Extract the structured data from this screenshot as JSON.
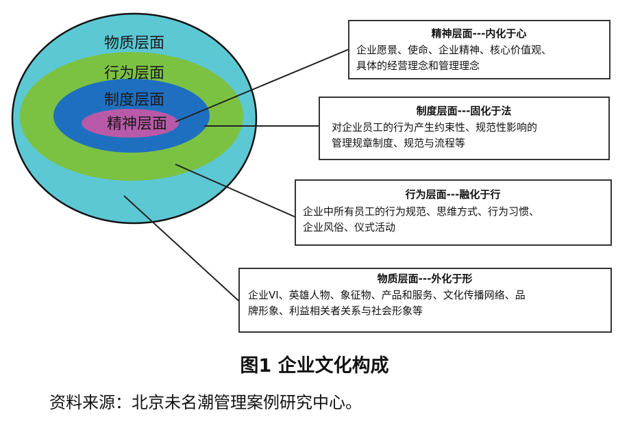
{
  "colors": {
    "material": "#5bc8d4",
    "behavior": "#7cc242",
    "system": "#1f6fc0",
    "spirit": "#b95aa8",
    "line": "#222222",
    "box_border": "#333333"
  },
  "layers": [
    {
      "id": "material",
      "label": "物质层面"
    },
    {
      "id": "behavior",
      "label": "行为层面"
    },
    {
      "id": "system",
      "label": "制度层面"
    },
    {
      "id": "spirit",
      "label": "精神层面"
    }
  ],
  "boxes": [
    {
      "id": "spirit",
      "title": "精神层面---内化于心",
      "lines": [
        "企业愿景、使命、企业精神、核心价值观、",
        "具体的经营理念和管理理念"
      ]
    },
    {
      "id": "system",
      "title": "制度层面---固化于法",
      "lines": [
        "对企业员工的行为产生约束性、规范性影响的",
        "管理规章制度、规范与流程等"
      ]
    },
    {
      "id": "behavior",
      "title": "行为层面---融化于行",
      "lines": [
        "企业中所有员工的行为规范、思维方式、行为习惯、",
        "企业风俗、仪式活动"
      ]
    },
    {
      "id": "material",
      "title": "物质层面---外化于形",
      "lines": [
        "企业VI、英雄人物、象征物、产品和服务、文化传播网络、品",
        "牌形象、利益相关者关系与社会形象等"
      ]
    }
  ],
  "caption": "图1  企业文化构成",
  "source": "资料来源：北京未名潮管理案例研究中心。"
}
